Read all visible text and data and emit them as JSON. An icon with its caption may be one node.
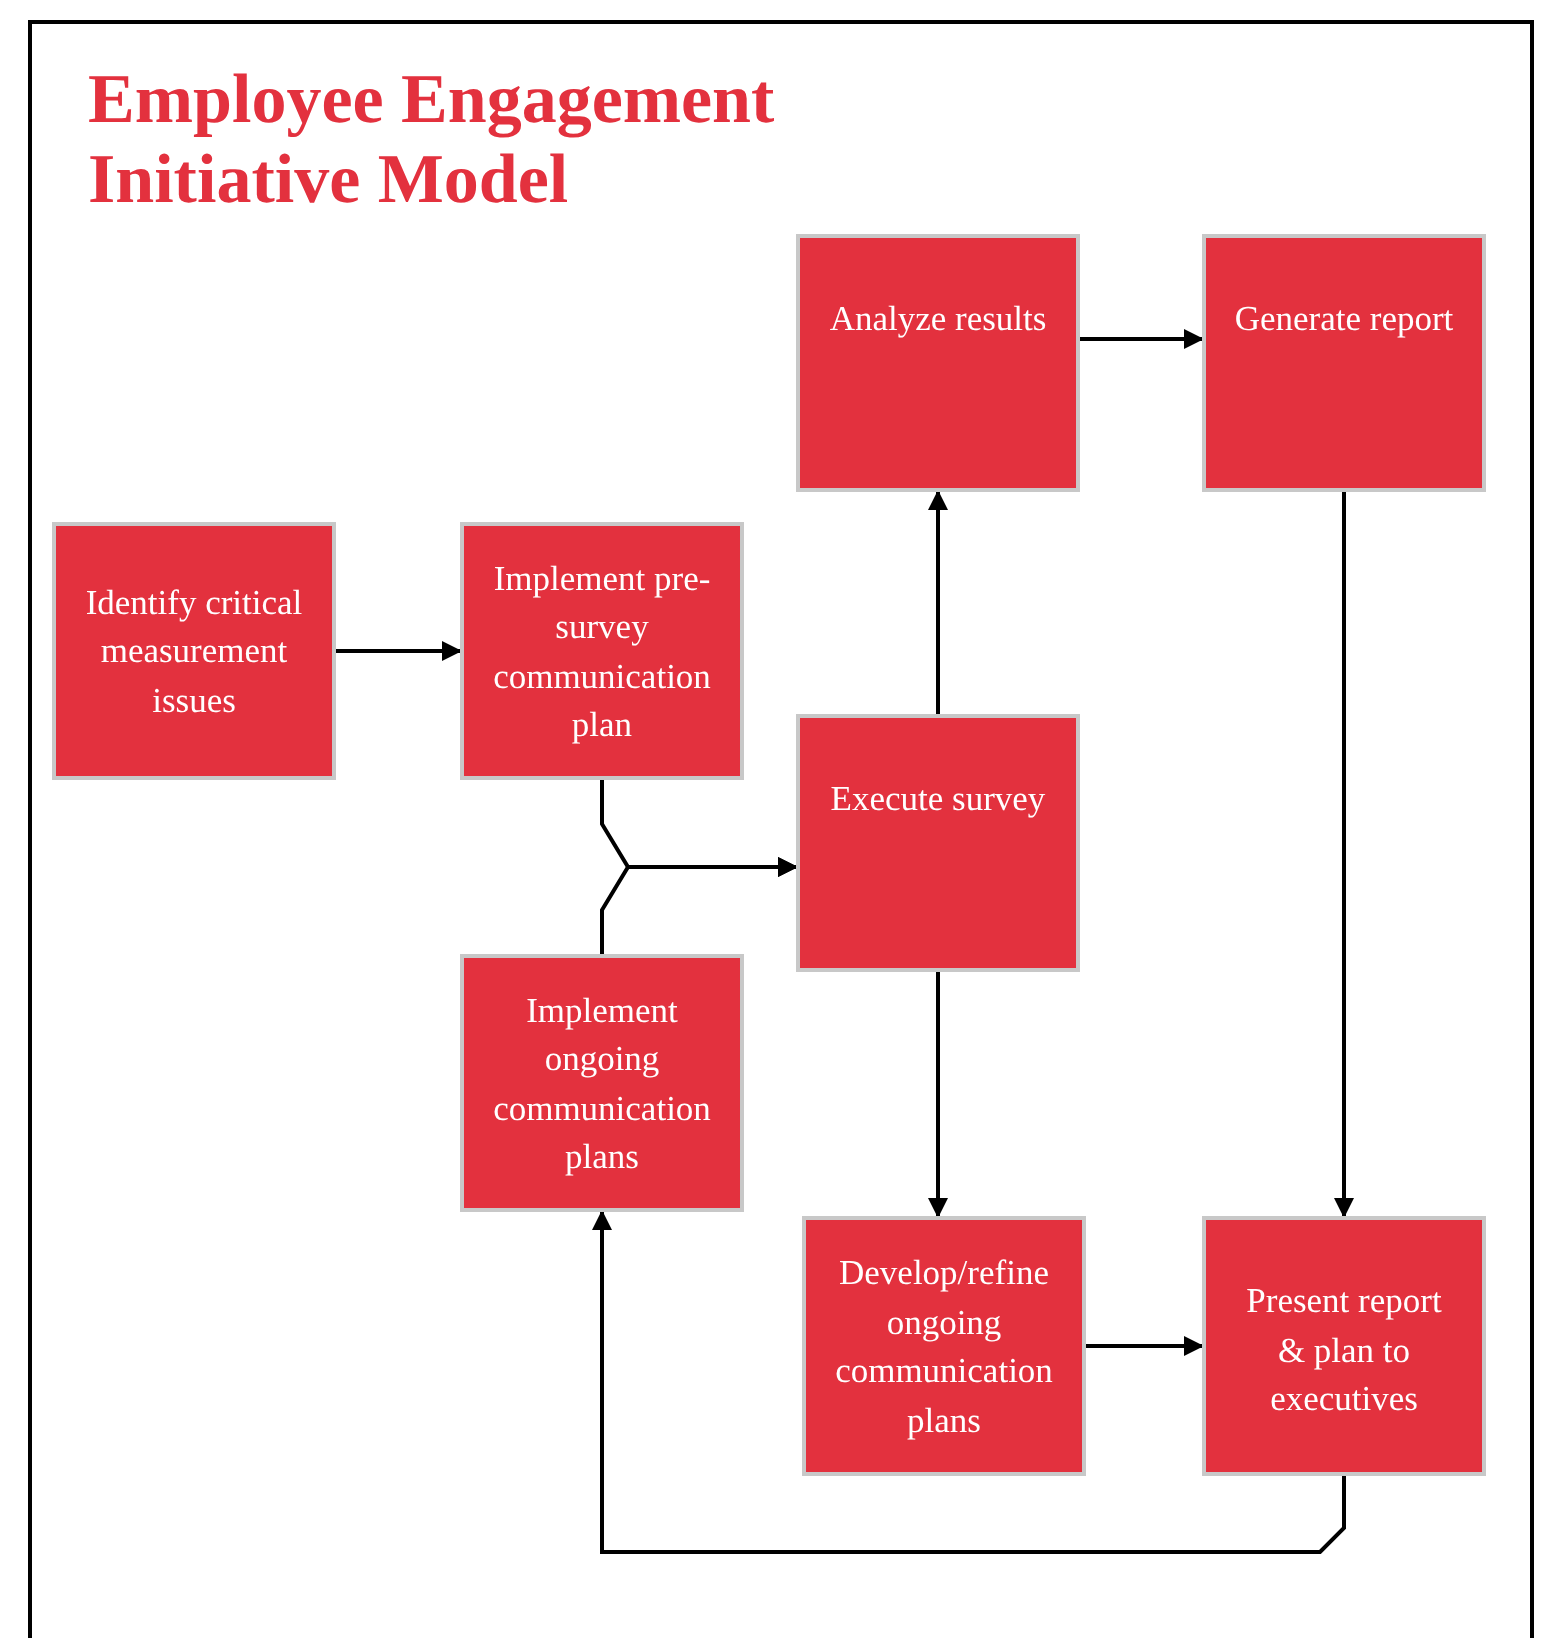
{
  "diagram": {
    "title": "Employee Engagement Initiative Model",
    "nodes": [
      {
        "text": [
          "Identify critical measurement issues"
        ]
      },
      {
        "text": [
          "Implement pre-survey communication plan"
        ]
      },
      {
        "text": [
          "Analyze results"
        ]
      },
      {
        "text": [
          "Generate report"
        ]
      },
      {
        "text": [
          "Execute survey"
        ]
      },
      {
        "text": [
          "Implement ongoing communication plans"
        ]
      },
      {
        "text": [
          "Develop/refine ongoing communication plans"
        ]
      },
      {
        "text": [
          "Present report & plan to executives"
        ]
      }
    ],
    "edges": [
      {
        "from": 0,
        "to": 1,
        "arrow": "to"
      },
      {
        "from": 1,
        "to": 4,
        "arrow": "to"
      },
      {
        "from": 5,
        "to": 4,
        "arrow": "to"
      },
      {
        "from": 4,
        "to": 2,
        "arrow": "to"
      },
      {
        "from": 2,
        "to": 3,
        "arrow": "to"
      },
      {
        "from": 3,
        "to": 7,
        "arrow": "to"
      },
      {
        "from": 4,
        "to": 6,
        "arrow": "to"
      },
      {
        "from": 6,
        "to": 7,
        "arrow": "to"
      },
      {
        "from": 7,
        "to": 5,
        "arrow": "to"
      }
    ]
  }
}
